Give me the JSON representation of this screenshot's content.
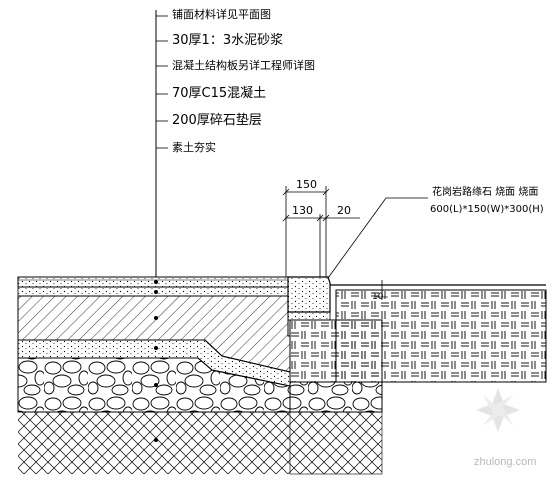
{
  "layer_labels": [
    "铺面材料详见平面图",
    "30厚1：3水泥砂浆",
    "混凝土结构板另详工程师详图",
    "70厚C15混凝土",
    "200厚碎石垫层",
    "素土夯实"
  ],
  "curb_label": {
    "line1": "花岗岩路缘石 烧面 烧面",
    "line2": "600(L)*150(W)*300(H)"
  },
  "dimensions": {
    "overall": "150",
    "left": "130",
    "right": "20",
    "side": "10"
  },
  "watermark": {
    "text": "zhulong.com"
  }
}
